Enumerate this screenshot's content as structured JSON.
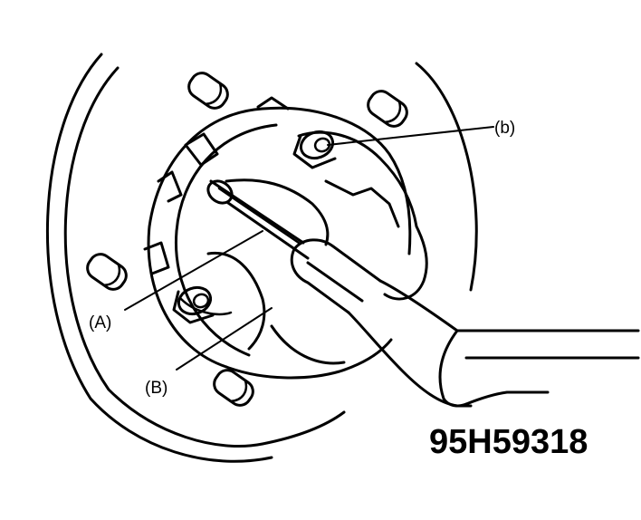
{
  "labels": {
    "a_upper": "(A)",
    "b_upper": "(B)",
    "b_lower": "(b)"
  },
  "figure_code": "95H59318",
  "colors": {
    "ink": "#000000",
    "paper": "#ffffff"
  }
}
